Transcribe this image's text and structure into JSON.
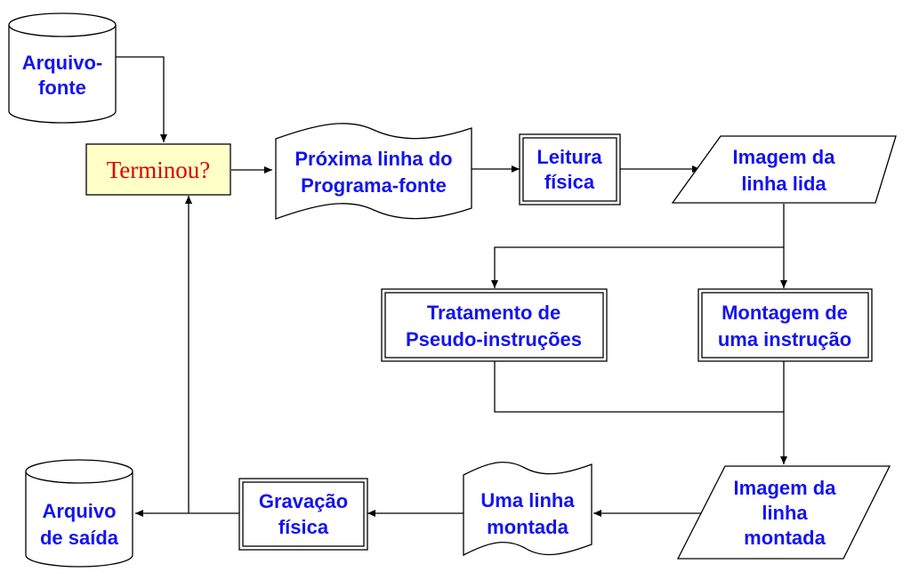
{
  "nodes": {
    "source_file": [
      "Arquivo-",
      "fonte"
    ],
    "decision": "Terminou?",
    "next_line": [
      "Próxima linha do",
      "Programa-fonte"
    ],
    "physical_read": [
      "Leitura",
      "física"
    ],
    "line_image": [
      "Imagem da",
      "linha lida"
    ],
    "pseudo_instructions": [
      "Tratamento de",
      "Pseudo-instruções"
    ],
    "assemble_instruction": [
      "Montagem de",
      "uma instrução"
    ],
    "assembled_image": [
      "Imagem da",
      "linha",
      "montada"
    ],
    "assembled_line": [
      "Uma linha",
      "montada"
    ],
    "physical_write": [
      "Gravação",
      "física"
    ],
    "output_file": [
      "Arquivo",
      "de saída"
    ]
  },
  "colors": {
    "label_text": "#1414ee",
    "decision_text": "#dd0000",
    "decision_fill": "#ffffc8",
    "stroke": "#000000"
  },
  "icons": {
    "storage": "cylinder",
    "document": "wavy-document",
    "process": "double-bordered-rectangle",
    "data": "parallelogram",
    "decision": "rectangle"
  }
}
